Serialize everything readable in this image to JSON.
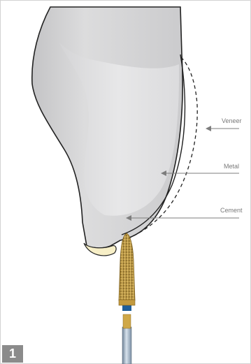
{
  "figure": {
    "number": "1",
    "labels": {
      "veneer": "Veneer",
      "metal": "Metal",
      "cement": "Cement"
    }
  },
  "colors": {
    "tooth_outer": "#cfcfd0",
    "tooth_inner": "#e4e4e5",
    "veneer_tip": "#f7f0c8",
    "bur_tip": "#c9a44a",
    "bur_band": "#1f5e9a",
    "shaft": "#9fb3c7",
    "badge": "#8b8b8b"
  },
  "icons": {
    "arrow": "left-arrow-icon"
  }
}
